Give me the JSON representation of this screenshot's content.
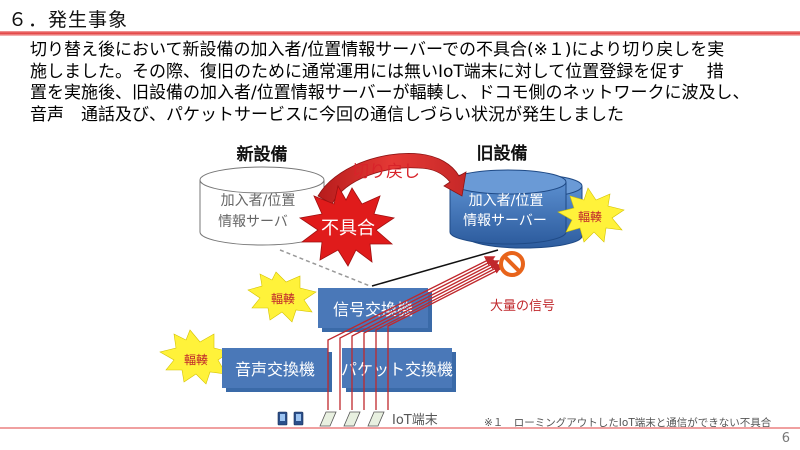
{
  "slide": {
    "title": "６．発生事象",
    "page_number": "6"
  },
  "body": {
    "lines": [
      "切り替え後において新設備の加入者/位置情報サーバーでの不具合(※１)により切り戻しを実",
      "施しました。その際、復旧のために通常運用には無いIoT端末に対して位置登録を促す　 措",
      "置を実施後、旧設備の加入者/位置情報サーバーが輻輳し、ドコモ側のネットワークに波及し、",
      "音声　通話及び、パケットサービスに今回の通信しづらい状況が発生しました"
    ]
  },
  "diagram": {
    "new_equipment_label": "新設備",
    "old_equipment_label": "旧設備",
    "new_server_line1": "加入者/位置",
    "new_server_line2": "情報サーバ",
    "old_server_line1": "加入者/位置",
    "old_server_line2": "情報サーバー",
    "rollback_label": "切り戻し",
    "defect_label": "不具合",
    "congestion_label": "輻輳",
    "signal_switch_label": "信号交換機",
    "voice_switch_label": "音声交換機",
    "packet_switch_label": "パケット交換機",
    "mass_signal_label": "大量の信号",
    "iot_label": "IoT端末",
    "footnote": "※１　ローミングアウトしたIoT端末と通信ができない不具合",
    "colors": {
      "accent_red": "#e23d3d",
      "switch_blue": "#4a78b8",
      "server_blue": "#3f72b5",
      "burst_yellow": "#fff23a",
      "burst_red": "#e01b1b",
      "signal_red": "#c0282c"
    }
  }
}
